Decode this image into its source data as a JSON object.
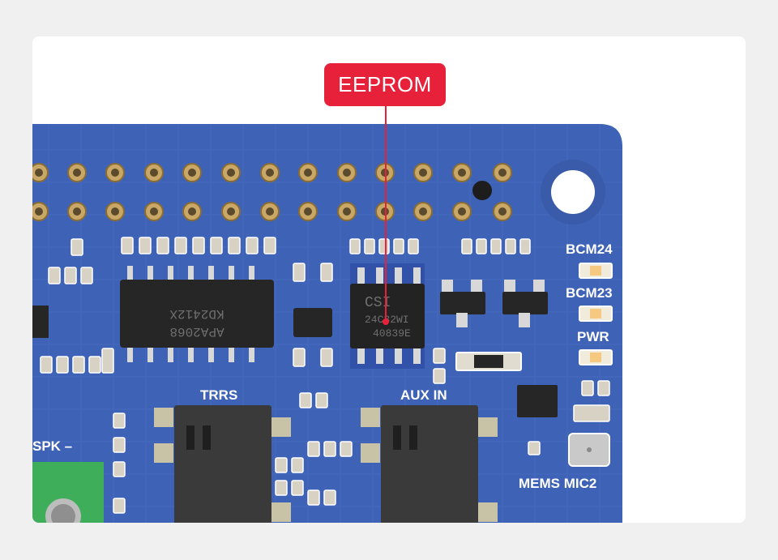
{
  "callout": {
    "label": "EEPROM",
    "color": "#e8213b"
  },
  "board": {
    "color": "#3e62b6",
    "labels": {
      "bcm24": "BCM24",
      "bcm23": "BCM23",
      "pwr": "PWR",
      "trrs": "TRRS",
      "aux_in": "AUX IN",
      "spk": "SPK –",
      "mems_mic2": "MEMS MIC2"
    },
    "chips": {
      "eeprom_line1": "CSI",
      "eeprom_line2": "24C32WI",
      "eeprom_line3": "40839E",
      "amp_line1": "KD2412X",
      "amp_line2": "APA2068"
    }
  }
}
